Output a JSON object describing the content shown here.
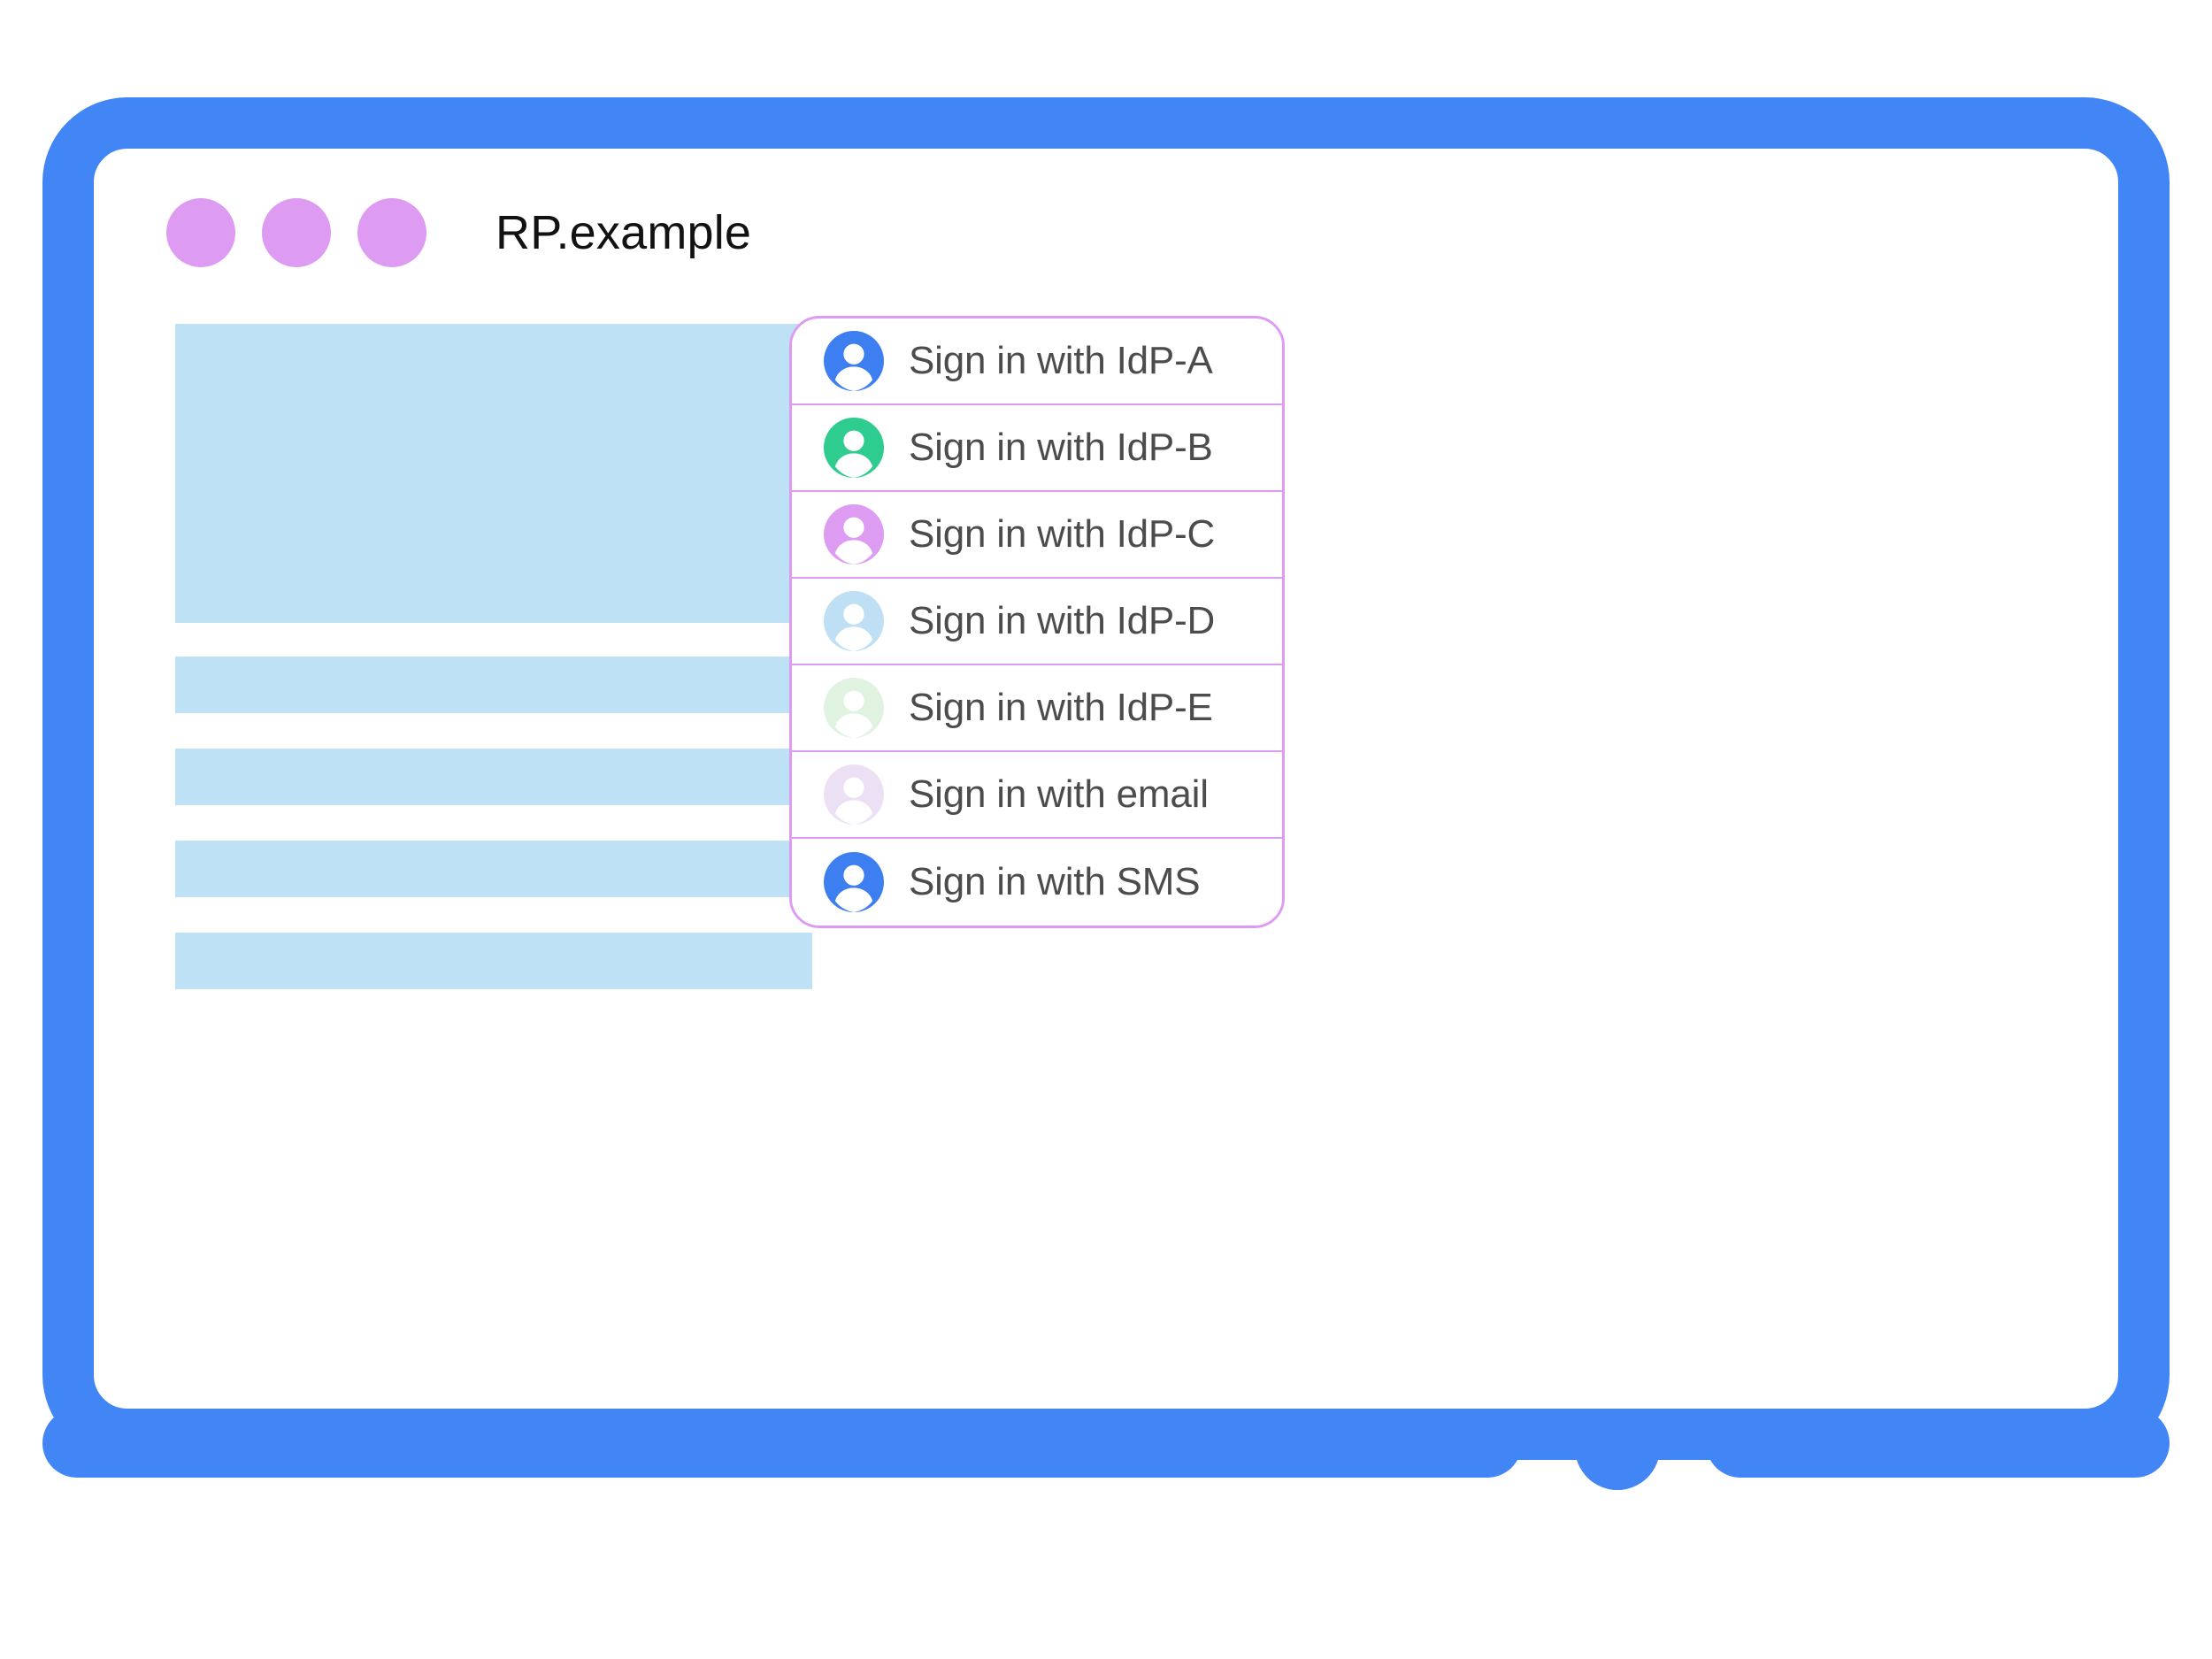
{
  "frame": {
    "bezel_color": "#4285f4",
    "home_button": "home-button"
  },
  "titlebar": {
    "site_title": "RP.example",
    "dot_color": "#dd9cf2",
    "dots": [
      "dot-1",
      "dot-2",
      "dot-3"
    ]
  },
  "content_placeholder": {
    "block_color": "#bfe1f5",
    "blocks": [
      "hero",
      "bar-1",
      "bar-2",
      "bar-3",
      "bar-4"
    ]
  },
  "chooser": {
    "border_color": "#dd9cf2",
    "divider_color": "#dd9cf2",
    "label_color": "#4c4c4c",
    "items": [
      {
        "label": "Sign in with IdP-A",
        "icon": "account-avatar-icon",
        "color": "#3d7ef0"
      },
      {
        "label": "Sign in with IdP-B",
        "icon": "account-avatar-icon",
        "color": "#2ecc8f"
      },
      {
        "label": "Sign in with IdP-C",
        "icon": "account-avatar-icon",
        "color": "#dd9cf2"
      },
      {
        "label": "Sign in with IdP-D",
        "icon": "account-avatar-icon",
        "color": "#bfdff5"
      },
      {
        "label": "Sign in with IdP-E",
        "icon": "account-avatar-icon",
        "color": "#e0f3e0"
      },
      {
        "label": "Sign in with email",
        "icon": "account-avatar-icon",
        "color": "#ece0f5"
      },
      {
        "label": "Sign in with SMS",
        "icon": "account-avatar-icon",
        "color": "#3d7ef0"
      }
    ]
  }
}
